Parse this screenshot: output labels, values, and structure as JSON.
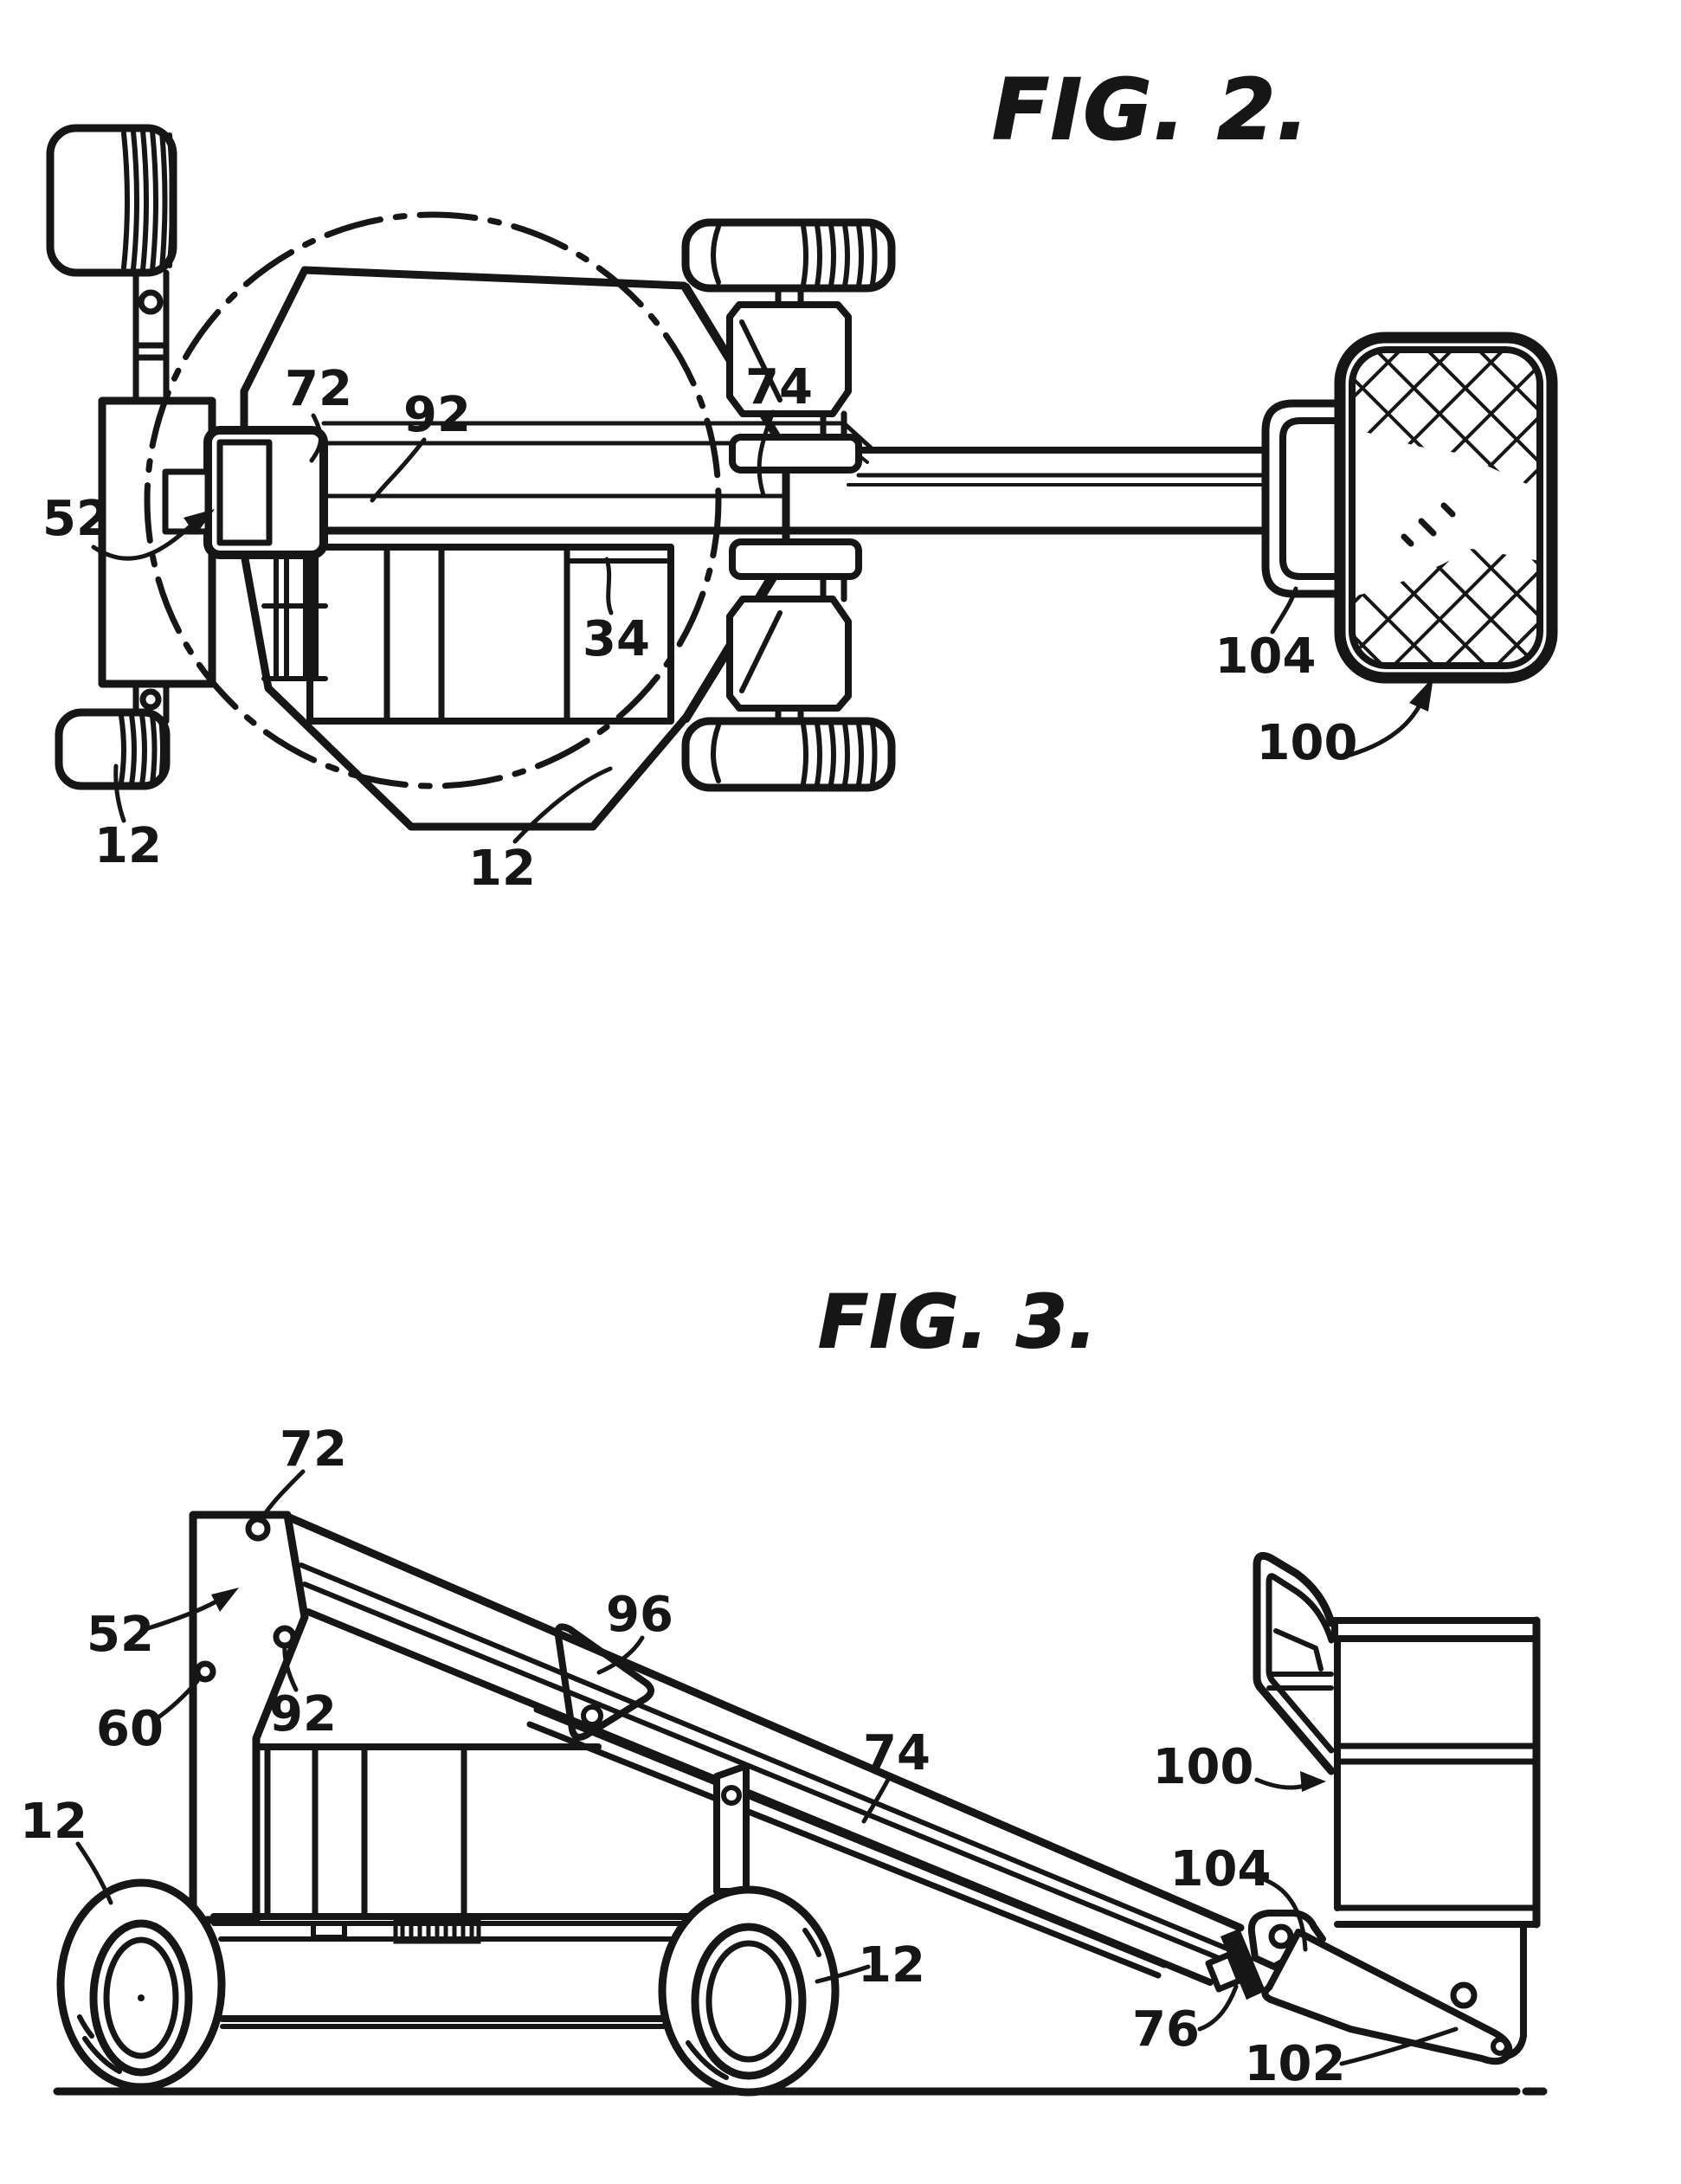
{
  "page": {
    "background": "#ffffff",
    "ink_color": "#161616",
    "kind": "patent line drawing sheet"
  },
  "figure2": {
    "title": "FIG. 2.",
    "view": "top plan view of wheeled boom-lift vehicle with platform",
    "labels": {
      "l72": "72",
      "l92": "92",
      "l74": "74",
      "l52": "52",
      "l34": "34",
      "l12a": "12",
      "l12b": "12",
      "l104": "104",
      "l100": "100"
    }
  },
  "figure3": {
    "title": "FIG. 3.",
    "view": "side elevation view of boom-lift vehicle with lowered boom and platform",
    "labels": {
      "l72": "72",
      "l52": "52",
      "l60": "60",
      "l92": "92",
      "l96": "96",
      "l74": "74",
      "l100": "100",
      "l104": "104",
      "l12a": "12",
      "l12b": "12",
      "l76": "76",
      "l102": "102"
    }
  }
}
